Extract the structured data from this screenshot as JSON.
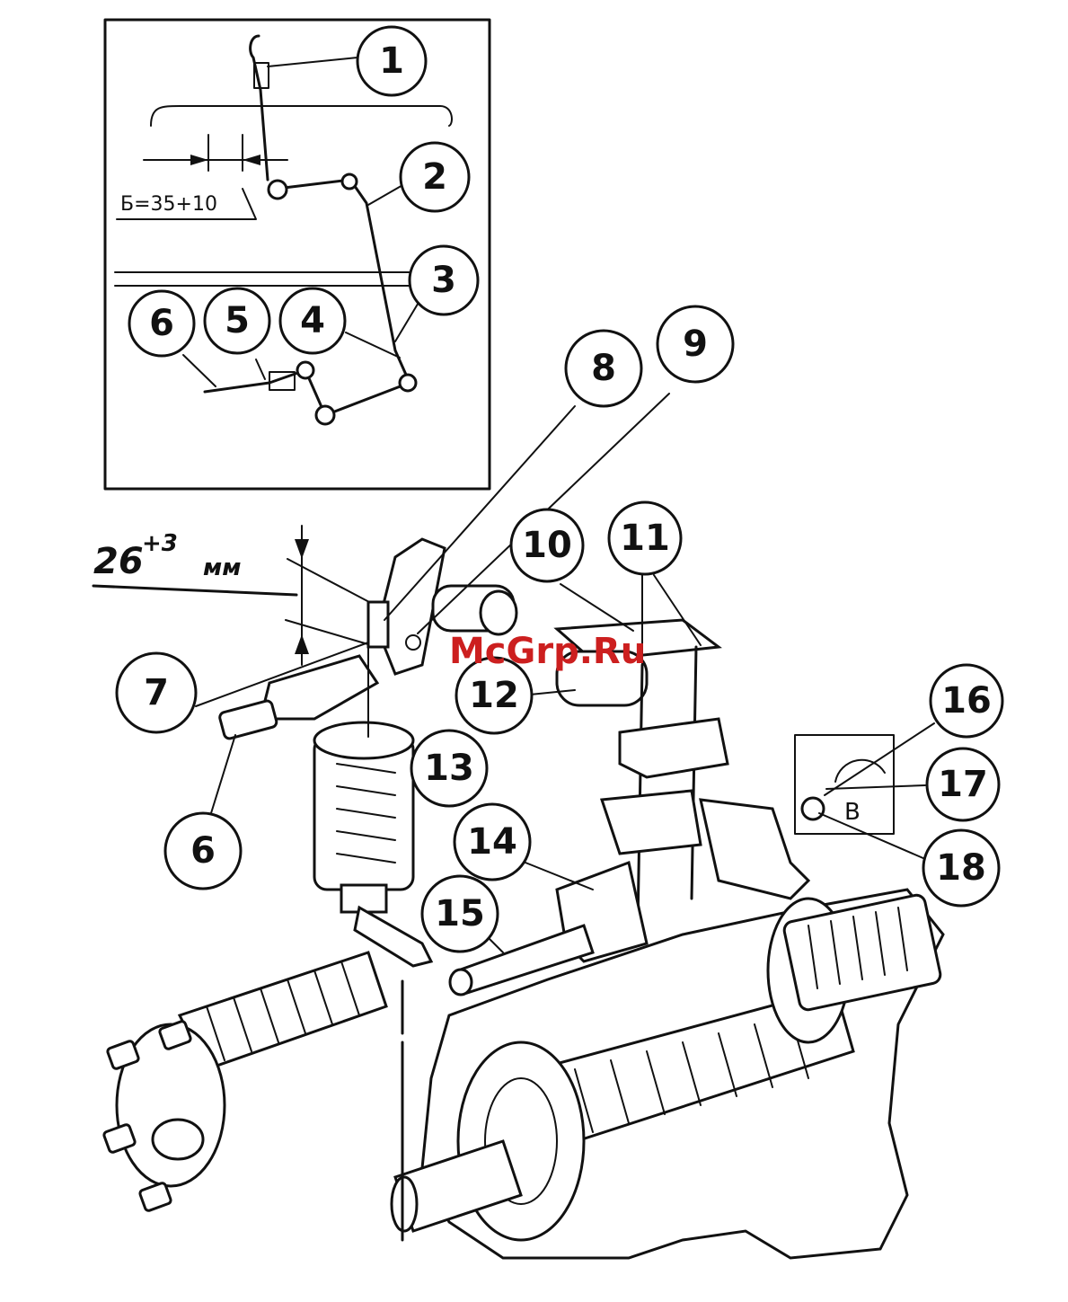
{
  "watermark": "McGrp.Ru",
  "inset_dimension": "Б=35+10",
  "main_dimension": {
    "value": "26",
    "tolerance": "+3",
    "unit": "мм"
  },
  "detail_letter": "B",
  "callouts": [
    {
      "label": "1"
    },
    {
      "label": "2"
    },
    {
      "label": "3"
    },
    {
      "label": "4"
    },
    {
      "label": "5"
    },
    {
      "label": "6"
    },
    {
      "label": "8"
    },
    {
      "label": "9"
    },
    {
      "label": "10"
    },
    {
      "label": "11"
    },
    {
      "label": "7"
    },
    {
      "label": "12"
    },
    {
      "label": "13"
    },
    {
      "label": "6"
    },
    {
      "label": "14"
    },
    {
      "label": "15"
    },
    {
      "label": "16"
    },
    {
      "label": "17"
    },
    {
      "label": "18"
    }
  ]
}
